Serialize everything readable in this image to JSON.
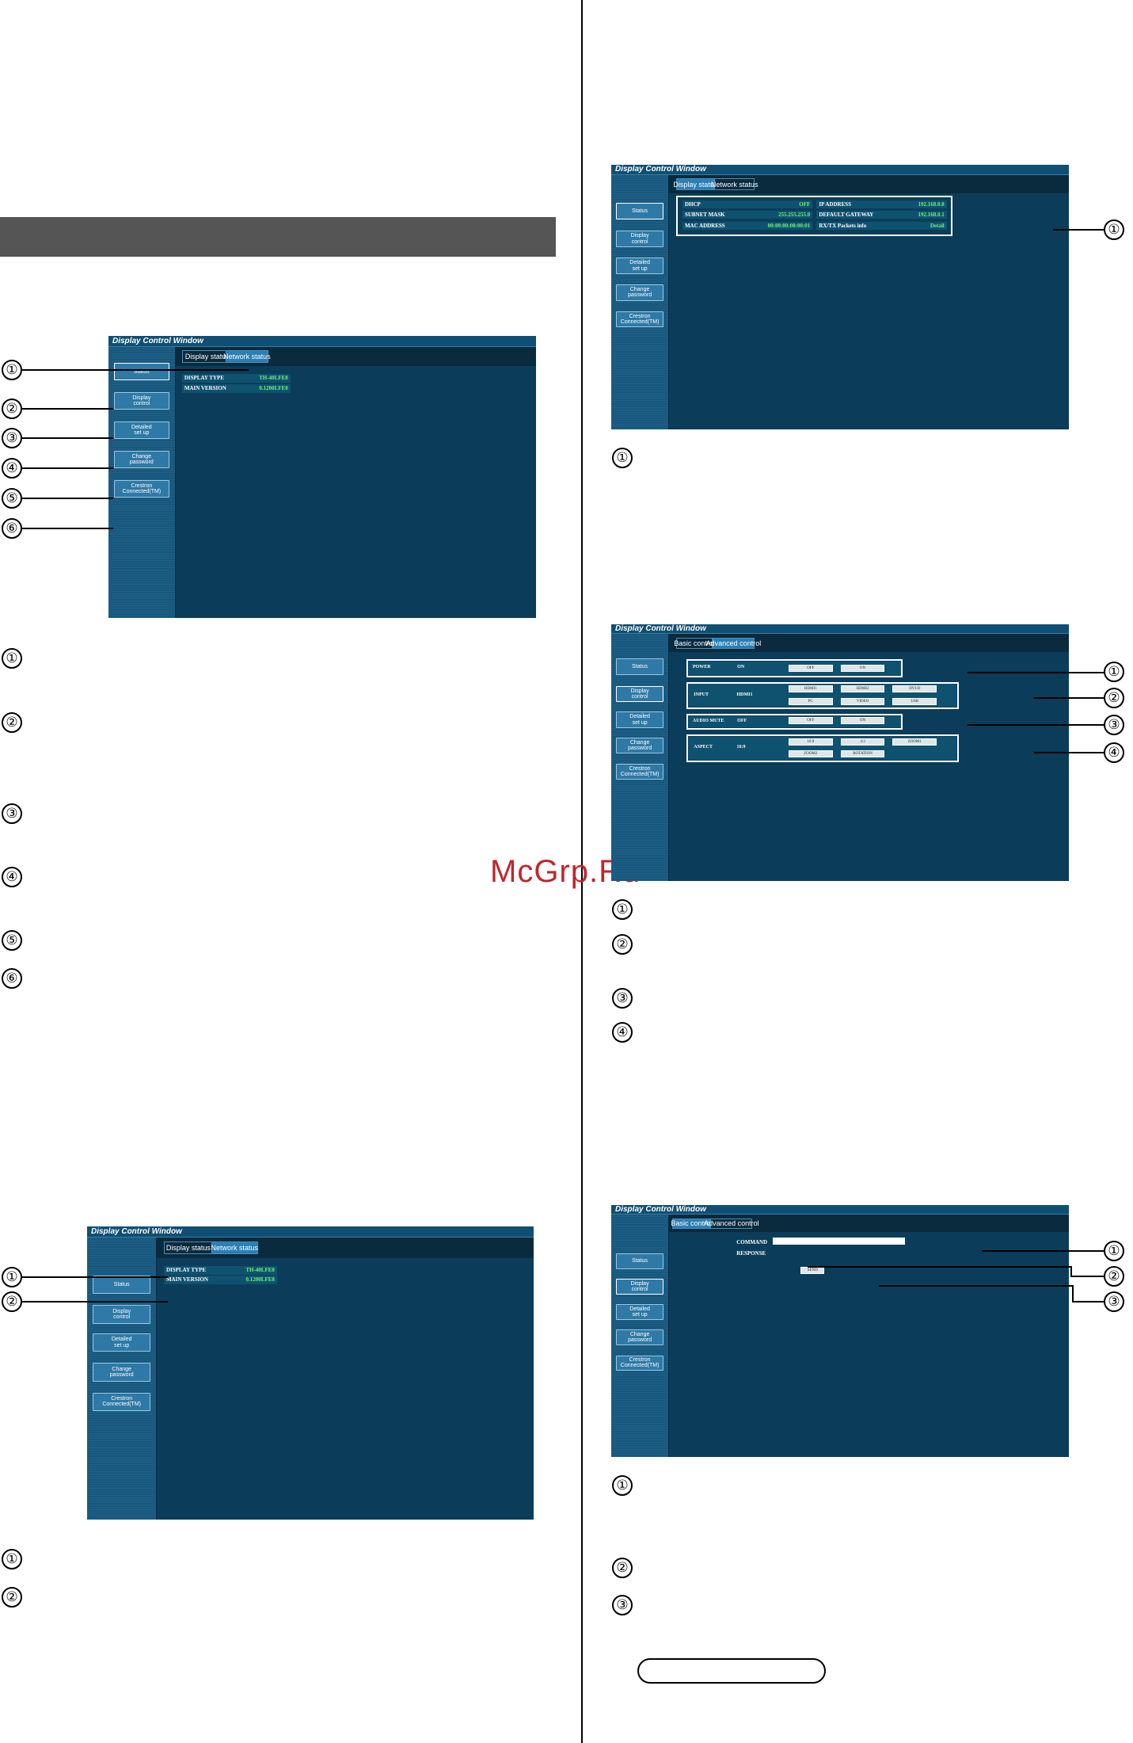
{
  "watermark": "McGrp.Ru",
  "window_title": "Display Control Window",
  "nav": {
    "status": "Status",
    "display_control": "Display\ncontrol",
    "detailed_setup": "Detailed\nset up",
    "change_password": "Change\npassword",
    "crestron": "Crestron\nConnected(TM)"
  },
  "tabs": {
    "display_status": "Display status",
    "network_status": "Network status",
    "basic_control": "Basic control",
    "advanced_control": "Advanced control"
  },
  "display_info": {
    "display_type_label": "DISPLAY TYPE",
    "display_type_value": "TH-40LFE8",
    "main_version_label": "MAIN VERSION",
    "main_version_value": "0.1200LFE8"
  },
  "network": {
    "dhcp_label": "DHCP",
    "dhcp_value": "OFF",
    "subnet_label": "SUBNET MASK",
    "subnet_value": "255.255.255.0",
    "mac_label": "MAC ADDRESS",
    "mac_value": "00:00:00:00:00:01",
    "ip_label": "IP ADDRESS",
    "ip_value": "192.168.0.8",
    "gateway_label": "DEFAULT GATEWAY",
    "gateway_value": "192.168.0.1",
    "rxtx_label": "RX/TX Packets info",
    "rxtx_value": "Detail"
  },
  "basic": {
    "power_label": "POWER",
    "power_value": "ON",
    "input_label": "INPUT",
    "input_value": "HDMI1",
    "mute_label": "AUDIO MUTE",
    "mute_value": "OFF",
    "aspect_label": "ASPECT",
    "aspect_value": "16:9",
    "off": "OFF",
    "on": "ON",
    "hdmi1": "HDMI1",
    "hdmi2": "HDMI2",
    "dvid": "DVI-D",
    "pc": "PC",
    "video": "VIDEO",
    "usb": "USB",
    "a43": "4:3",
    "a169": "16:9",
    "zoom1": "ZOOM1",
    "zoom2": "ZOOM2",
    "rotation": "ROTATION"
  },
  "advanced": {
    "command_label": "COMMAND",
    "response_label": "RESPONSE",
    "send": "SEND"
  },
  "callouts": [
    "①",
    "②",
    "③",
    "④",
    "⑤",
    "⑥"
  ]
}
